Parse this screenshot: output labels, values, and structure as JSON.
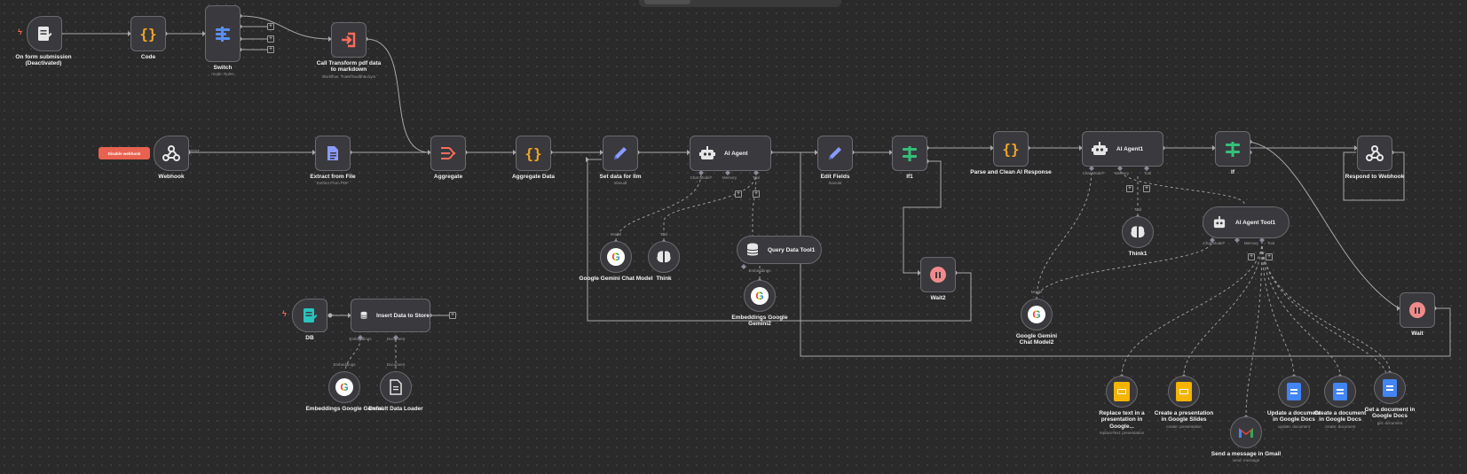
{
  "warning_badge": "Disable webhook",
  "nodes": {
    "form_trigger": {
      "label": "On form submission",
      "sub": "(Deactivated)"
    },
    "code": {
      "label": "Code"
    },
    "switch": {
      "label": "Switch",
      "sub": "mode: Rules"
    },
    "call_transform": {
      "label": "Call Transform pdf data to markdown",
      "sub": "Workflow: TriaNr/9oddh6u1ym"
    },
    "webhook": {
      "label": "Webhook",
      "output": "POST"
    },
    "extract": {
      "label": "Extract from File",
      "sub": "Extract From PDF"
    },
    "aggregate": {
      "label": "Aggregate"
    },
    "aggregate_data": {
      "label": "Aggregate Data"
    },
    "set_data": {
      "label": "Set data for llm",
      "sub": "manual"
    },
    "ai_agent": {
      "label": "AI Agent",
      "ports": [
        "Chat Model*",
        "Memory",
        "Tool"
      ]
    },
    "edit_fields": {
      "label": "Edit Fields",
      "sub": "manual"
    },
    "if1": {
      "label": "If1"
    },
    "parse": {
      "label": "Parse and Clean AI Response"
    },
    "ai_agent1": {
      "label": "AI Agent1",
      "ports": [
        "Chat Model*",
        "Memory",
        "Tool"
      ]
    },
    "if": {
      "label": "If"
    },
    "respond": {
      "label": "Respond to Webhook"
    },
    "gemini_chat": {
      "label": "Google Gemini Chat Model",
      "port": "Model"
    },
    "think": {
      "label": "Think",
      "port": "Tool"
    },
    "query_tool": {
      "label": "Query Data Tool1",
      "ports": [
        "Embeddings"
      ]
    },
    "embeddings_query": {
      "label": "Embeddings Google Gemini2"
    },
    "wait2": {
      "label": "Wait2"
    },
    "think1": {
      "label": "Think1",
      "port": "Tool"
    },
    "ai_agent_tool1": {
      "label": "AI Agent Tool1",
      "ports": [
        "Chat Model*",
        "Memory",
        "Tool"
      ]
    },
    "gemini_chat2": {
      "label": "Google Gemini Chat Model2",
      "port": "Model"
    },
    "wait": {
      "label": "Wait"
    },
    "db": {
      "label": "DB"
    },
    "insert": {
      "label": "Insert Data to Store",
      "ports": [
        "Embeddings",
        "Document"
      ]
    },
    "embeddings_store": {
      "label": "Embeddings Google Gemini",
      "port": "Embeddings"
    },
    "data_loader": {
      "label": "Default Data Loader",
      "port": "Document"
    },
    "replace_text": {
      "label": "Replace text in a presentation in Google...",
      "sub": "replaceText: presentation"
    },
    "create_pres": {
      "label": "Create a presentation in Google Slides",
      "sub": "create: presentation"
    },
    "gmail": {
      "label": "Send a message in Gmail",
      "sub": "send: message"
    },
    "update_doc": {
      "label": "Update a document in Google Docs",
      "sub": "update: document"
    },
    "create_doc": {
      "label": "Create a document in Google Docs",
      "sub": "create: document"
    },
    "get_doc": {
      "label": "Get a document in Google Docs",
      "sub": "get: document"
    }
  },
  "colors": {
    "canvas": "#2a2a2a",
    "node_fill": "#3a3a3e",
    "node_border": "#6a6a6e",
    "connection": "#a8a8a8",
    "warning": "#e8624f",
    "code_icon": "#f5a623",
    "switch_icon": "#5b8def",
    "if_icon": "#34c07a",
    "wait_icon": "#f08a8a",
    "slides_icon": "#f4b400",
    "docs_icon": "#4285f4"
  }
}
